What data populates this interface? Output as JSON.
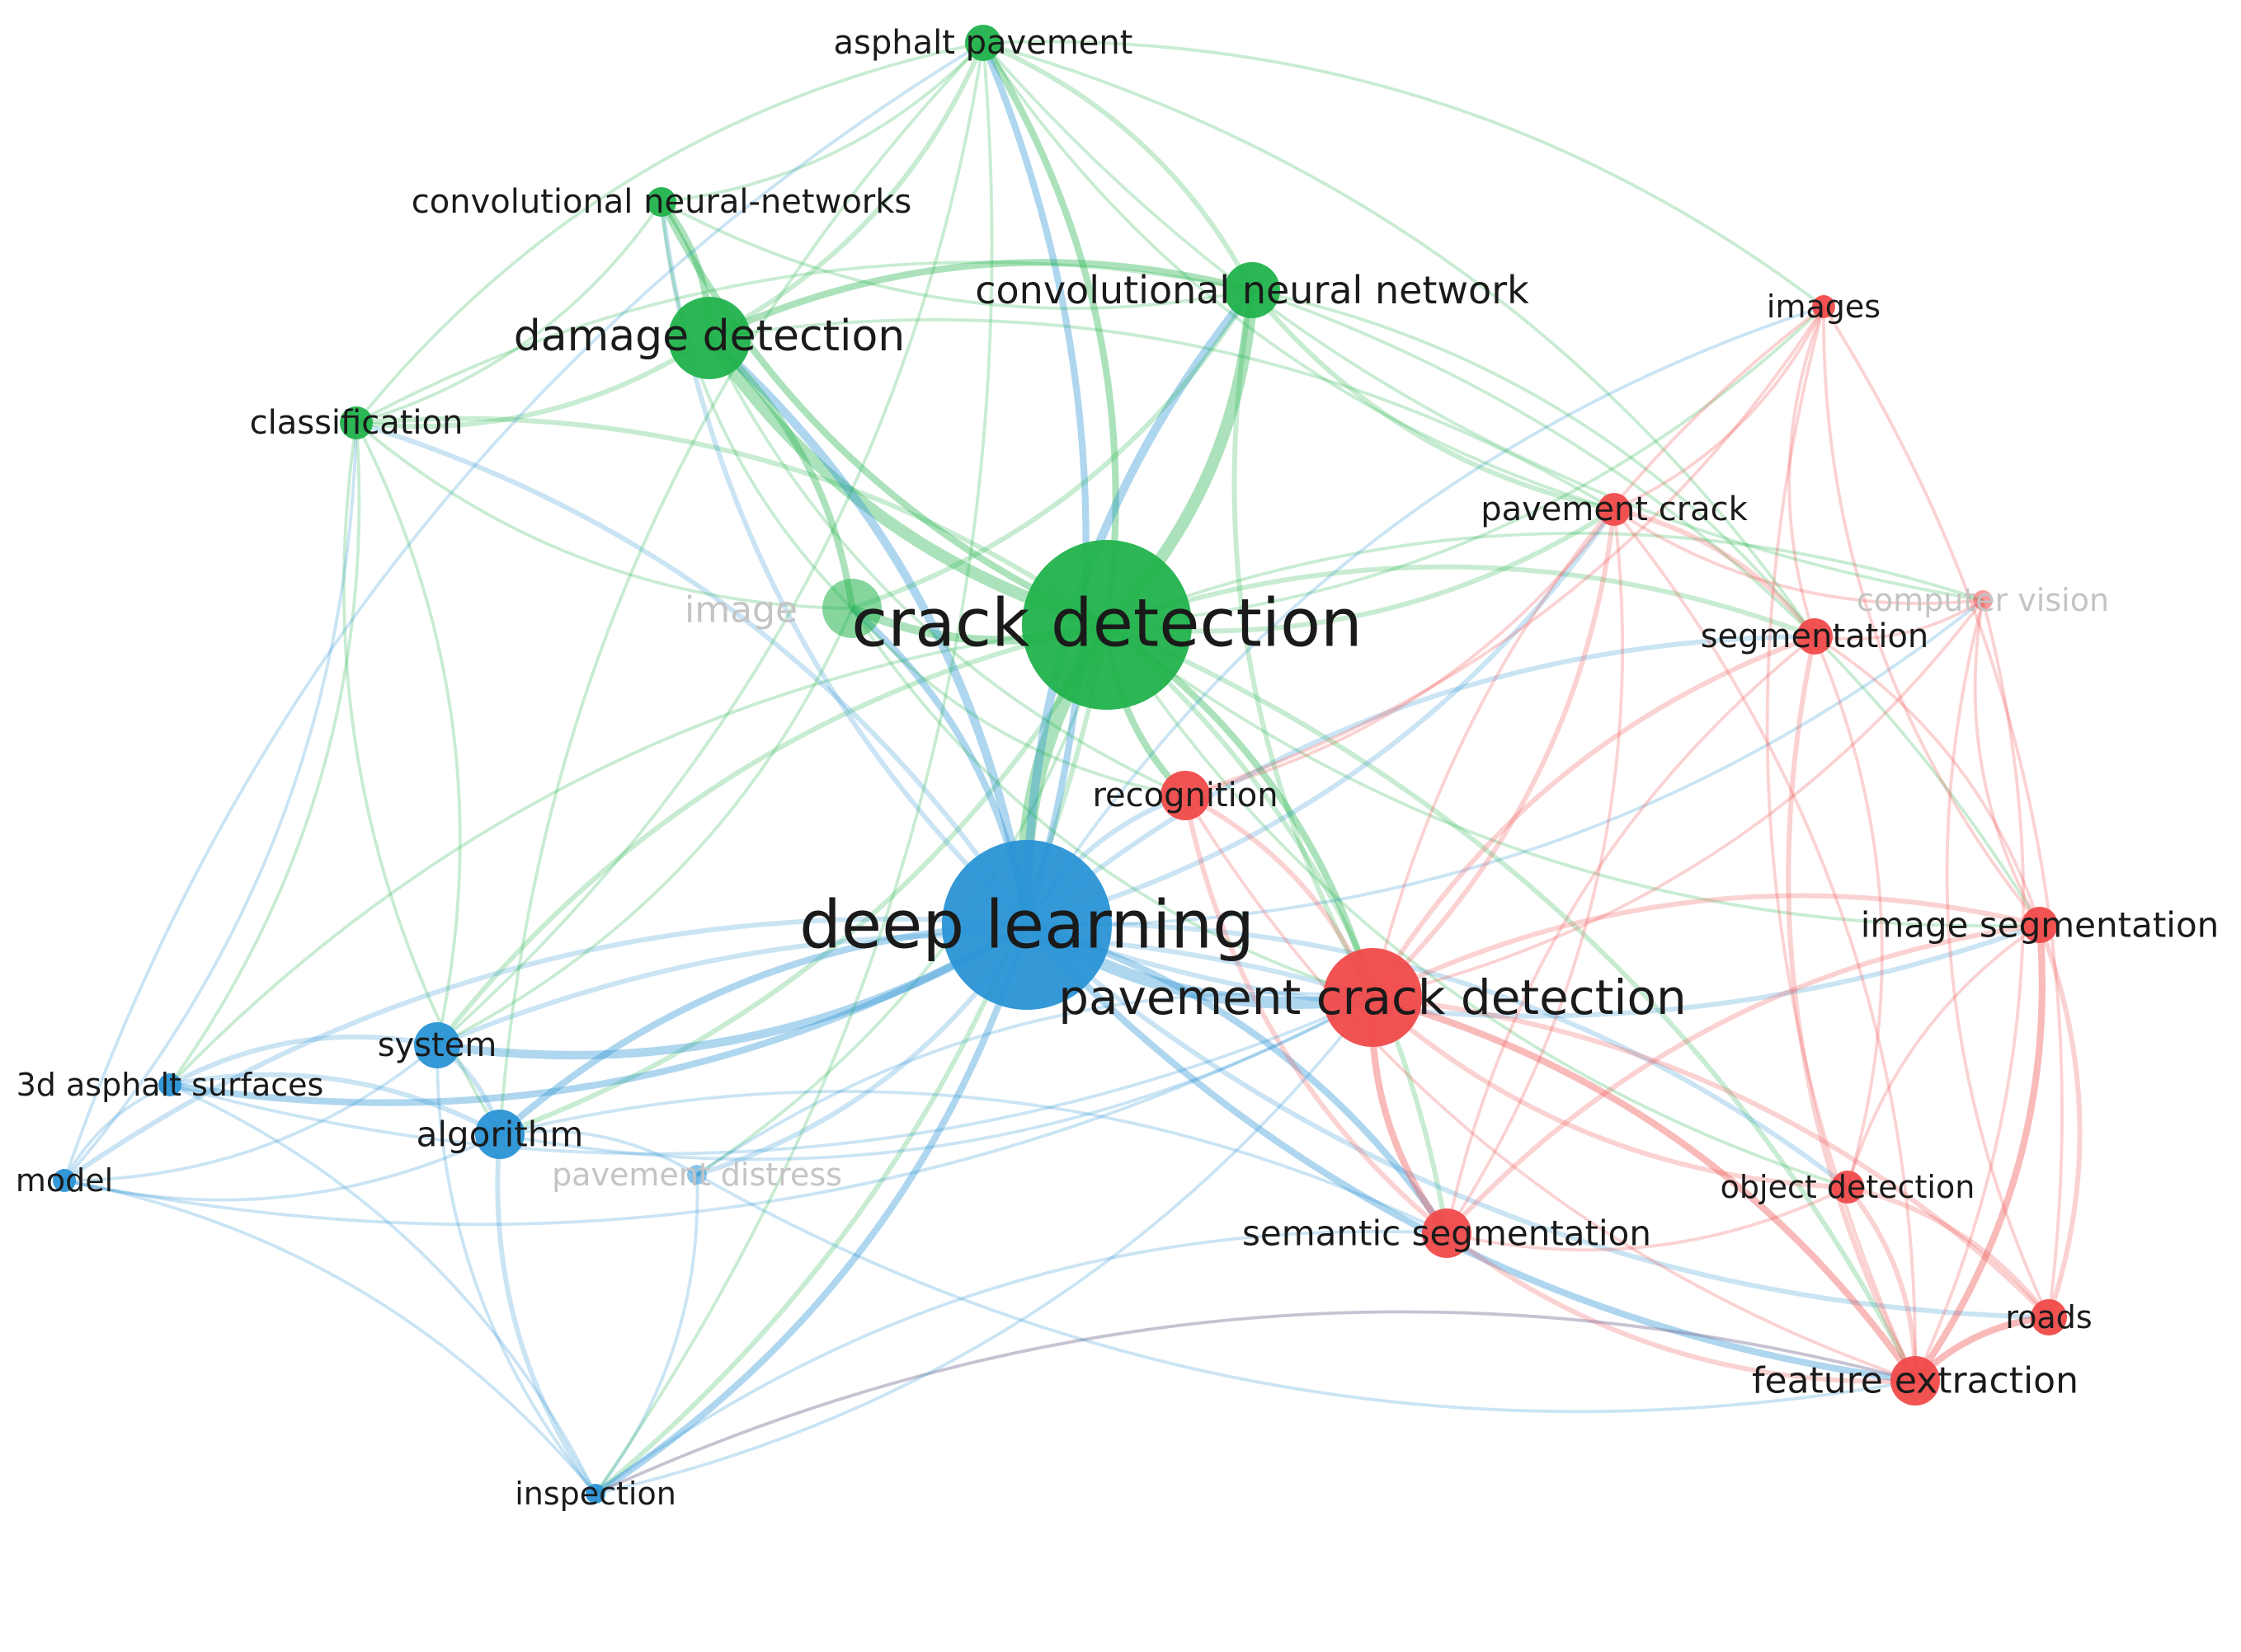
{
  "colors": {
    "green": "#22b24c",
    "blue": "#2a93d5",
    "red": "#f04a4a",
    "faded_label": "#c4c4c4"
  },
  "nodes": [
    {
      "id": "asphalt-pavement",
      "label": "asphalt pavement",
      "cluster": "green",
      "weight": 2
    },
    {
      "id": "convolutional-neural-networks",
      "label": "convolutional neural-networks",
      "cluster": "green",
      "weight": 2
    },
    {
      "id": "convolutional-neural-network",
      "label": "convolutional neural network",
      "cluster": "green",
      "weight": 4
    },
    {
      "id": "damage-detection",
      "label": "damage detection",
      "cluster": "green",
      "weight": 6
    },
    {
      "id": "classification",
      "label": "classification",
      "cluster": "green",
      "weight": 2
    },
    {
      "id": "image",
      "label": "image",
      "cluster": "green",
      "weight": 4,
      "faded": true
    },
    {
      "id": "crack-detection",
      "label": "crack detection",
      "cluster": "green",
      "weight": 20
    },
    {
      "id": "deep-learning",
      "label": "deep learning",
      "cluster": "blue",
      "weight": 20
    },
    {
      "id": "system",
      "label": "system",
      "cluster": "blue",
      "weight": 4
    },
    {
      "id": "3d-asphalt-surfaces",
      "label": "3d asphalt surfaces",
      "cluster": "blue",
      "weight": 2
    },
    {
      "id": "algorithm",
      "label": "algorithm",
      "cluster": "blue",
      "weight": 4
    },
    {
      "id": "model",
      "label": "model",
      "cluster": "blue",
      "weight": 2
    },
    {
      "id": "pavement-distress",
      "label": "pavement distress",
      "cluster": "blue",
      "weight": 2,
      "faded": true
    },
    {
      "id": "inspection",
      "label": "inspection",
      "cluster": "blue",
      "weight": 2
    },
    {
      "id": "images",
      "label": "images",
      "cluster": "red",
      "weight": 2
    },
    {
      "id": "pavement-crack",
      "label": "pavement crack",
      "cluster": "red",
      "weight": 3
    },
    {
      "id": "computer-vision",
      "label": "computer vision",
      "cluster": "red",
      "weight": 2,
      "faded": true
    },
    {
      "id": "segmentation",
      "label": "segmentation",
      "cluster": "red",
      "weight": 3
    },
    {
      "id": "recognition",
      "label": "recognition",
      "cluster": "red",
      "weight": 4
    },
    {
      "id": "image-segmentation",
      "label": "image segmentation",
      "cluster": "red",
      "weight": 3
    },
    {
      "id": "pavement-crack-detection",
      "label": "pavement crack detection",
      "cluster": "red",
      "weight": 10
    },
    {
      "id": "object-detection",
      "label": "object detection",
      "cluster": "red",
      "weight": 3
    },
    {
      "id": "semantic-segmentation",
      "label": "semantic segmentation",
      "cluster": "red",
      "weight": 4
    },
    {
      "id": "roads",
      "label": "roads",
      "cluster": "red",
      "weight": 3
    },
    {
      "id": "feature-extraction",
      "label": "feature extraction",
      "cluster": "red",
      "weight": 4
    }
  ],
  "links": [
    [
      "crack-detection",
      "deep-learning",
      8
    ],
    [
      "crack-detection",
      "damage-detection",
      6
    ],
    [
      "crack-detection",
      "convolutional-neural-network",
      6
    ],
    [
      "crack-detection",
      "image",
      4
    ],
    [
      "crack-detection",
      "asphalt-pavement",
      3
    ],
    [
      "crack-detection",
      "convolutional-neural-networks",
      3
    ],
    [
      "crack-detection",
      "classification",
      2
    ],
    [
      "crack-detection",
      "pavement-crack-detection",
      3
    ],
    [
      "crack-detection",
      "recognition",
      3
    ],
    [
      "crack-detection",
      "segmentation",
      2
    ],
    [
      "crack-detection",
      "pavement-crack",
      2
    ],
    [
      "crack-detection",
      "semantic-segmentation",
      2
    ],
    [
      "crack-detection",
      "system",
      2
    ],
    [
      "crack-detection",
      "algorithm",
      2
    ],
    [
      "crack-detection",
      "images",
      1
    ],
    [
      "crack-detection",
      "computer-vision",
      1
    ],
    [
      "crack-detection",
      "image-segmentation",
      1
    ],
    [
      "crack-detection",
      "feature-extraction",
      2
    ],
    [
      "crack-detection",
      "object-detection",
      1
    ],
    [
      "crack-detection",
      "inspection",
      2
    ],
    [
      "crack-detection",
      "3d-asphalt-surfaces",
      1
    ],
    [
      "crack-detection",
      "pavement-distress",
      1
    ],
    [
      "deep-learning",
      "pavement-crack-detection",
      6
    ],
    [
      "deep-learning",
      "semantic-segmentation",
      3
    ],
    [
      "deep-learning",
      "feature-extraction",
      3
    ],
    [
      "deep-learning",
      "system",
      4
    ],
    [
      "deep-learning",
      "algorithm",
      3
    ],
    [
      "deep-learning",
      "3d-asphalt-surfaces",
      3
    ],
    [
      "deep-learning",
      "model",
      2
    ],
    [
      "deep-learning",
      "inspection",
      3
    ],
    [
      "deep-learning",
      "damage-detection",
      4
    ],
    [
      "deep-learning",
      "convolutional-neural-network",
      4
    ],
    [
      "deep-learning",
      "asphalt-pavement",
      3
    ],
    [
      "deep-learning",
      "convolutional-neural-networks",
      2
    ],
    [
      "deep-learning",
      "classification",
      2
    ],
    [
      "deep-learning",
      "recognition",
      2
    ],
    [
      "deep-learning",
      "image-segmentation",
      2
    ],
    [
      "deep-learning",
      "segmentation",
      2
    ],
    [
      "deep-learning",
      "pavement-crack",
      2
    ],
    [
      "deep-learning",
      "object-detection",
      2
    ],
    [
      "deep-learning",
      "roads",
      2
    ],
    [
      "deep-learning",
      "images",
      1
    ],
    [
      "deep-learning",
      "computer-vision",
      1
    ],
    [
      "deep-learning",
      "pavement-distress",
      2
    ],
    [
      "deep-learning",
      "image",
      3
    ],
    [
      "damage-detection",
      "convolutional-neural-network",
      3
    ],
    [
      "damage-detection",
      "convolutional-neural-networks",
      3
    ],
    [
      "damage-detection",
      "classification",
      2
    ],
    [
      "damage-detection",
      "asphalt-pavement",
      2
    ],
    [
      "damage-detection",
      "image",
      3
    ],
    [
      "damage-detection",
      "recognition",
      1
    ],
    [
      "damage-detection",
      "pavement-crack",
      1
    ],
    [
      "convolutional-neural-network",
      "asphalt-pavement",
      2
    ],
    [
      "convolutional-neural-network",
      "convolutional-neural-networks",
      1
    ],
    [
      "convolutional-neural-network",
      "pavement-crack",
      2
    ],
    [
      "convolutional-neural-network",
      "segmentation",
      1
    ],
    [
      "convolutional-neural-network",
      "classification",
      1
    ],
    [
      "convolutional-neural-network",
      "image-segmentation",
      1
    ],
    [
      "convolutional-neural-network",
      "pavement-crack-detection",
      2
    ],
    [
      "convolutional-neural-network",
      "image",
      2
    ],
    [
      "convolutional-neural-networks",
      "asphalt-pavement",
      1
    ],
    [
      "convolutional-neural-networks",
      "classification",
      1
    ],
    [
      "convolutional-neural-networks",
      "image",
      1
    ],
    [
      "classification",
      "system",
      1
    ],
    [
      "classification",
      "algorithm",
      1
    ],
    [
      "classification",
      "3d-asphalt-surfaces",
      1
    ],
    [
      "classification",
      "image",
      1
    ],
    [
      "classification",
      "asphalt-pavement",
      1
    ],
    [
      "pavement-crack-detection",
      "semantic-segmentation",
      3
    ],
    [
      "pavement-crack-detection",
      "feature-extraction",
      3
    ],
    [
      "pavement-crack-detection",
      "object-detection",
      2
    ],
    [
      "pavement-crack-detection",
      "image-segmentation",
      2
    ],
    [
      "pavement-crack-detection",
      "recognition",
      2
    ],
    [
      "pavement-crack-detection",
      "segmentation",
      2
    ],
    [
      "pavement-crack-detection",
      "pavement-crack",
      2
    ],
    [
      "pavement-crack-detection",
      "roads",
      2
    ],
    [
      "pavement-crack-detection",
      "computer-vision",
      1
    ],
    [
      "pavement-crack-detection",
      "images",
      1
    ],
    [
      "semantic-segmentation",
      "feature-extraction",
      2
    ],
    [
      "semantic-segmentation",
      "image-segmentation",
      2
    ],
    [
      "semantic-segmentation",
      "object-detection",
      1
    ],
    [
      "semantic-segmentation",
      "recognition",
      2
    ],
    [
      "semantic-segmentation",
      "pavement-crack",
      1
    ],
    [
      "semantic-segmentation",
      "segmentation",
      1
    ],
    [
      "feature-extraction",
      "image-segmentation",
      3
    ],
    [
      "feature-extraction",
      "roads",
      3
    ],
    [
      "feature-extraction",
      "object-detection",
      2
    ],
    [
      "feature-extraction",
      "segmentation",
      2
    ],
    [
      "feature-extraction",
      "computer-vision",
      1
    ],
    [
      "feature-extraction",
      "images",
      1
    ],
    [
      "feature-extraction",
      "pavement-crack",
      1
    ],
    [
      "feature-extraction",
      "recognition",
      1
    ],
    [
      "feature-extraction",
      "inspection",
      1
    ],
    [
      "image-segmentation",
      "roads",
      2
    ],
    [
      "image-segmentation",
      "object-detection",
      1
    ],
    [
      "image-segmentation",
      "computer-vision",
      1
    ],
    [
      "image-segmentation",
      "segmentation",
      1
    ],
    [
      "image-segmentation",
      "images",
      1
    ],
    [
      "roads",
      "object-detection",
      2
    ],
    [
      "roads",
      "computer-vision",
      1
    ],
    [
      "roads",
      "images",
      1
    ],
    [
      "pavement-crack",
      "segmentation",
      2
    ],
    [
      "pavement-crack",
      "images",
      1
    ],
    [
      "pavement-crack",
      "recognition",
      1
    ],
    [
      "pavement-crack",
      "computer-vision",
      1
    ],
    [
      "segmentation",
      "images",
      1
    ],
    [
      "segmentation",
      "computer-vision",
      1
    ],
    [
      "segmentation",
      "object-detection",
      1
    ],
    [
      "recognition",
      "images",
      1
    ],
    [
      "system",
      "algorithm",
      2
    ],
    [
      "system",
      "3d-asphalt-surfaces",
      2
    ],
    [
      "system",
      "model",
      1
    ],
    [
      "system",
      "inspection",
      1
    ],
    [
      "system",
      "pavement-crack-detection",
      2
    ],
    [
      "algorithm",
      "3d-asphalt-surfaces",
      2
    ],
    [
      "algorithm",
      "model",
      1
    ],
    [
      "algorithm",
      "inspection",
      2
    ],
    [
      "algorithm",
      "pavement-distress",
      1
    ],
    [
      "algorithm",
      "pavement-crack-detection",
      1
    ],
    [
      "algorithm",
      "semantic-segmentation",
      1
    ],
    [
      "3d-asphalt-surfaces",
      "model",
      1
    ],
    [
      "3d-asphalt-surfaces",
      "inspection",
      1
    ],
    [
      "3d-asphalt-surfaces",
      "pavement-crack-detection",
      1
    ],
    [
      "model",
      "inspection",
      1
    ],
    [
      "model",
      "pavement-crack-detection",
      1
    ],
    [
      "model",
      "asphalt-pavement",
      1
    ],
    [
      "model",
      "classification",
      1
    ],
    [
      "inspection",
      "feature-extraction",
      1
    ],
    [
      "inspection",
      "pavement-crack-detection",
      1
    ],
    [
      "inspection",
      "semantic-segmentation",
      1
    ],
    [
      "inspection",
      "pavement-distress",
      1
    ],
    [
      "pavement-distress",
      "pavement-crack-detection",
      1
    ],
    [
      "pavement-distress",
      "feature-extraction",
      1
    ],
    [
      "asphalt-pavement",
      "images",
      1
    ],
    [
      "asphalt-pavement",
      "computer-vision",
      1
    ],
    [
      "asphalt-pavement",
      "segmentation",
      1
    ],
    [
      "asphalt-pavement",
      "pavement-crack",
      1
    ],
    [
      "asphalt-pavement",
      "system",
      1
    ],
    [
      "asphalt-pavement",
      "algorithm",
      1
    ],
    [
      "asphalt-pavement",
      "inspection",
      1
    ],
    [
      "image",
      "recognition",
      1
    ],
    [
      "image",
      "system",
      1
    ],
    [
      "image",
      "pavement-crack-detection",
      1
    ]
  ]
}
